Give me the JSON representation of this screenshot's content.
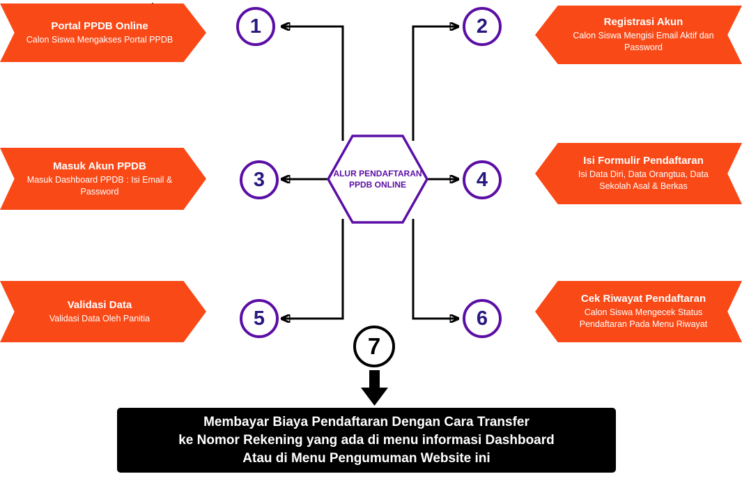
{
  "colors": {
    "orange": "#F94917",
    "purple": "#5B0EA5",
    "number": "#27187E"
  },
  "center": {
    "line1": "ALUR PENDAFTARAN",
    "line2": "PPDB ONLINE"
  },
  "steps_left": [
    {
      "num": "1",
      "title": "Portal PPDB Online",
      "desc": "Calon Siswa Mengakses Portal PPDB"
    },
    {
      "num": "3",
      "title": "Masuk Akun PPDB",
      "desc": "Masuk Dashboard PPDB : Isi Email & Password"
    },
    {
      "num": "5",
      "title": "Validasi Data",
      "desc": "Validasi Data Oleh Panitia"
    }
  ],
  "steps_right": [
    {
      "num": "2",
      "title": "Registrasi Akun",
      "desc": "Calon Siswa Mengisi Email Aktif dan Password"
    },
    {
      "num": "4",
      "title": "Isi Formulir Pendaftaran",
      "desc": "Isi Data Diri, Data Orangtua, Data Sekolah Asal & Berkas"
    },
    {
      "num": "6",
      "title": "Cek Riwayat Pendaftaran",
      "desc": "Calon Siswa Mengecek Status Pendaftaran Pada Menu Riwayat"
    }
  ],
  "step7": {
    "num": "7"
  },
  "footer": {
    "line1": "Membayar Biaya Pendaftaran Dengan Cara Transfer",
    "line2": "ke Nomor Rekening yang ada di menu informasi Dashboard",
    "line3": "Atau di Menu Pengumuman Website ini"
  }
}
